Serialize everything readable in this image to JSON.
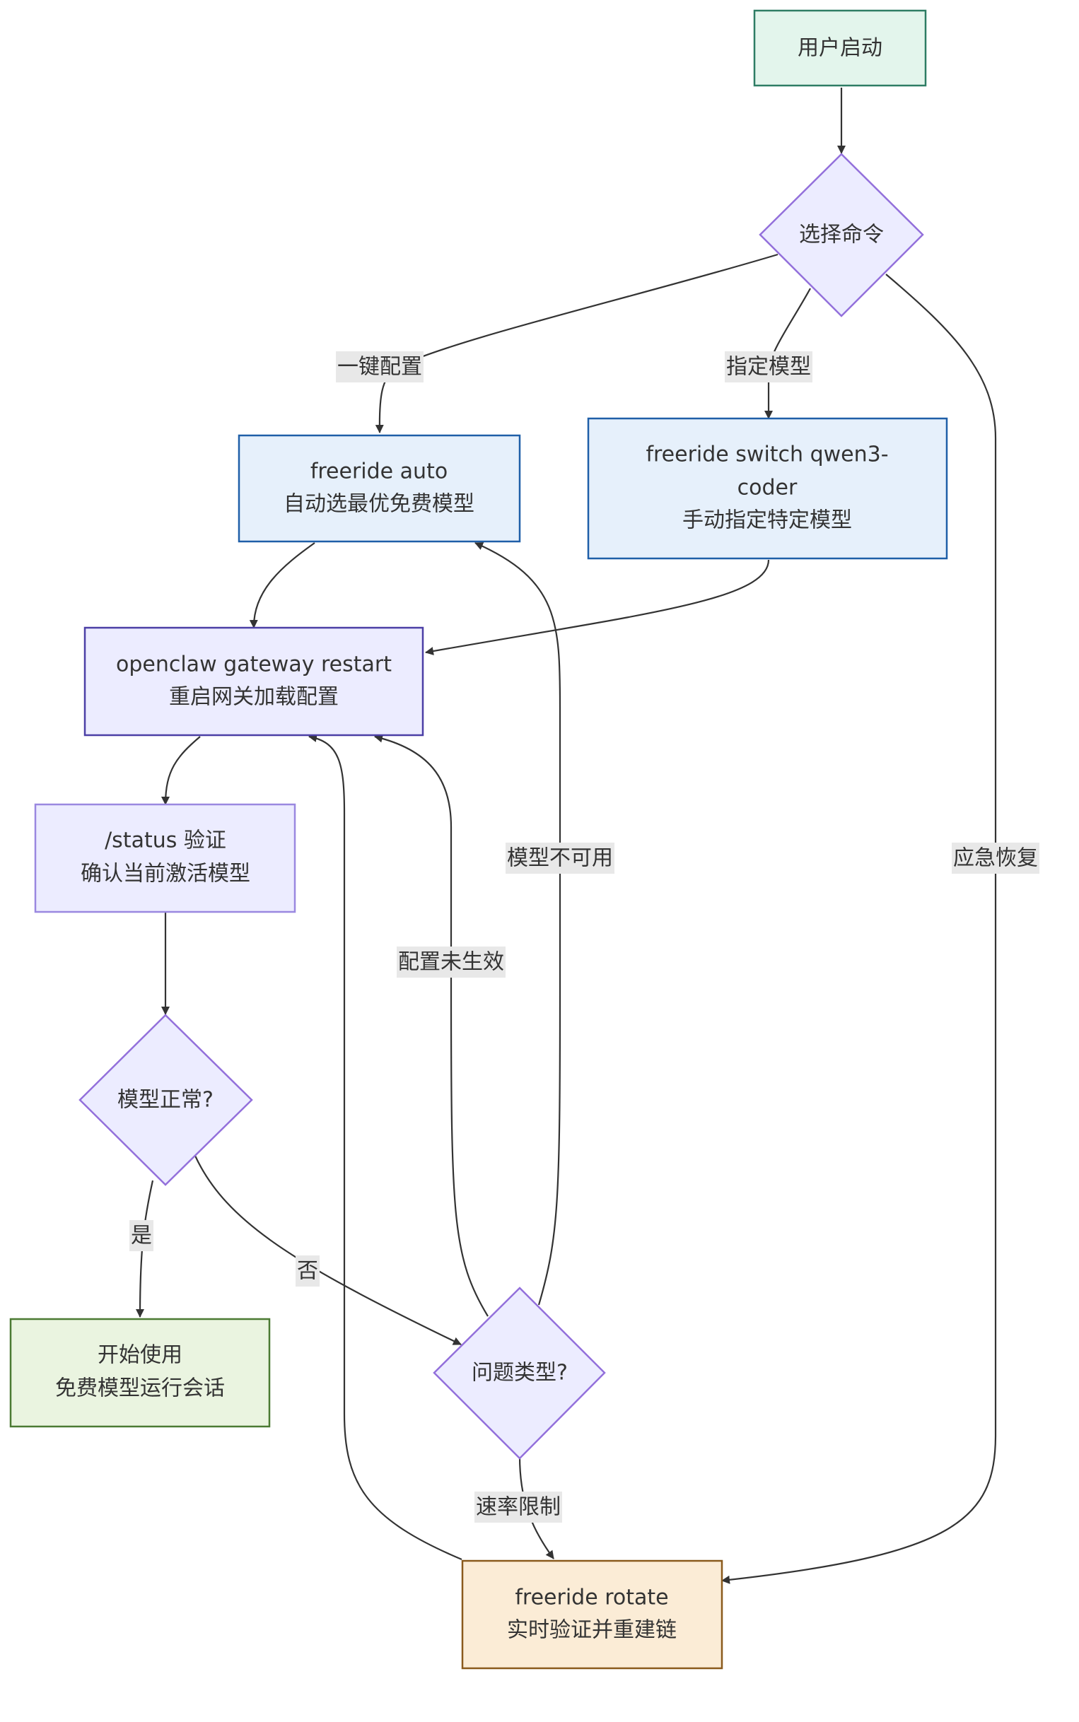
{
  "nodes": {
    "user_start": {
      "lines": [
        "用户启动"
      ],
      "fill": "#e3f5ec",
      "stroke": "#2e7d64"
    },
    "choose_cmd": {
      "lines": [
        "选择命令"
      ],
      "fill": "#ececff",
      "stroke": "#9370db"
    },
    "freeride_auto": {
      "lines": [
        "freeride auto",
        "自动选最优免费模型"
      ],
      "fill": "#e6f0fb",
      "stroke": "#1f5fa8"
    },
    "freeride_switch": {
      "lines": [
        "freeride switch qwen3-",
        "coder",
        "手动指定特定模型"
      ],
      "fill": "#e6f0fb",
      "stroke": "#1f5fa8"
    },
    "gateway_restart": {
      "lines": [
        "openclaw gateway restart",
        "重启网关加载配置"
      ],
      "fill": "#ececff",
      "stroke": "#4b3fa6"
    },
    "status_verify": {
      "lines": [
        "/status 验证",
        "确认当前激活模型"
      ],
      "fill": "#ececff",
      "stroke": "#9a88e0"
    },
    "model_ok": {
      "lines": [
        "模型正常?"
      ],
      "fill": "#ececff",
      "stroke": "#9370db"
    },
    "start_use": {
      "lines": [
        "开始使用",
        "免费模型运行会话"
      ],
      "fill": "#eaf4e0",
      "stroke": "#4b7a33"
    },
    "problem_type": {
      "lines": [
        "问题类型?"
      ],
      "fill": "#ececff",
      "stroke": "#9370db"
    },
    "freeride_rotate": {
      "lines": [
        "freeride rotate",
        "实时验证并重建链"
      ],
      "fill": "#fbecd6",
      "stroke": "#8a5a1c"
    }
  },
  "edge_labels": {
    "one_click": "一键配置",
    "specify_model": "指定模型",
    "emergency": "应急恢复",
    "model_unavailable": "模型不可用",
    "config_not_effective": "配置未生效",
    "yes": "是",
    "no": "否",
    "rate_limit": "速率限制"
  },
  "colors": {
    "edge": "#333333",
    "text": "#333333",
    "label_bg": "#e8e8e8"
  }
}
